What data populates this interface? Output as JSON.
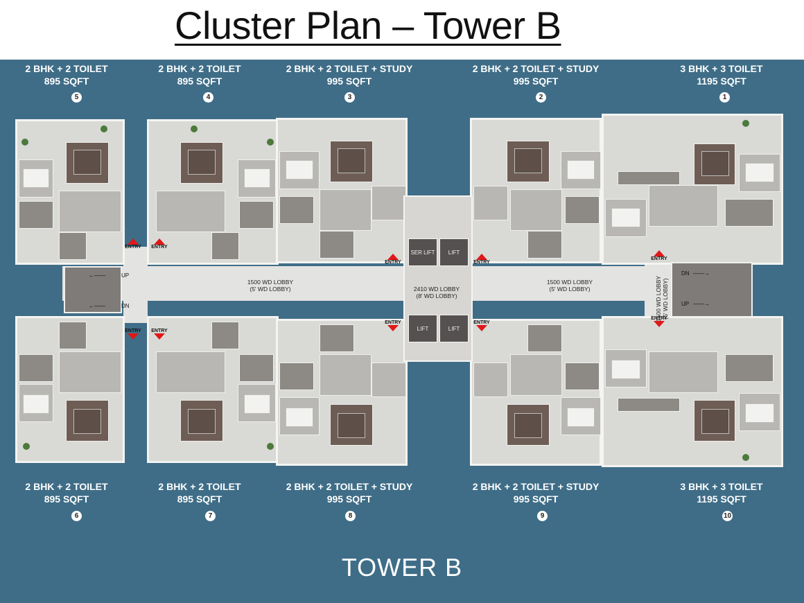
{
  "title": "Cluster Plan – Tower B",
  "tower_label": "TOWER B",
  "colors": {
    "background": "#3f6d87",
    "entry_marker": "#e01818"
  },
  "top_units": [
    {
      "type": "2 BHK + 2 TOILET",
      "area": "895 SQFT",
      "number": "5"
    },
    {
      "type": "2 BHK + 2 TOILET",
      "area": "895 SQFT",
      "number": "4"
    },
    {
      "type": "2 BHK + 2 TOILET + STUDY",
      "area": "995 SQFT",
      "number": "3"
    },
    {
      "type": "2 BHK + 2 TOILET + STUDY",
      "area": "995 SQFT",
      "number": "2"
    },
    {
      "type": "3 BHK + 3 TOILET",
      "area": "1195 SQFT",
      "number": "1"
    }
  ],
  "bottom_units": [
    {
      "type": "2 BHK + 2 TOILET",
      "area": "895 SQFT",
      "number": "6"
    },
    {
      "type": "2 BHK + 2 TOILET",
      "area": "895 SQFT",
      "number": "7"
    },
    {
      "type": "2 BHK + 2 TOILET + STUDY",
      "area": "995 SQFT",
      "number": "8"
    },
    {
      "type": "2 BHK + 2 TOILET + STUDY",
      "area": "995 SQFT",
      "number": "9"
    },
    {
      "type": "3 BHK + 3 TOILET",
      "area": "1195 SQFT",
      "number": "10"
    }
  ],
  "lobbies": {
    "left": {
      "line1": "1500 WD LOBBY",
      "line2": "(5' WD LOBBY)"
    },
    "center": {
      "line1": "2410 WD LOBBY",
      "line2": "(8' WD LOBBY)"
    },
    "right": {
      "line1": "1500 WD LOBBY",
      "line2": "(5' WD LOBBY)"
    }
  },
  "core": {
    "ser_lift": "SER LIFT",
    "lift": "LIFT"
  },
  "entry_label": "ENTRY",
  "stair_labels": {
    "up": "UP",
    "dn": "DN"
  }
}
